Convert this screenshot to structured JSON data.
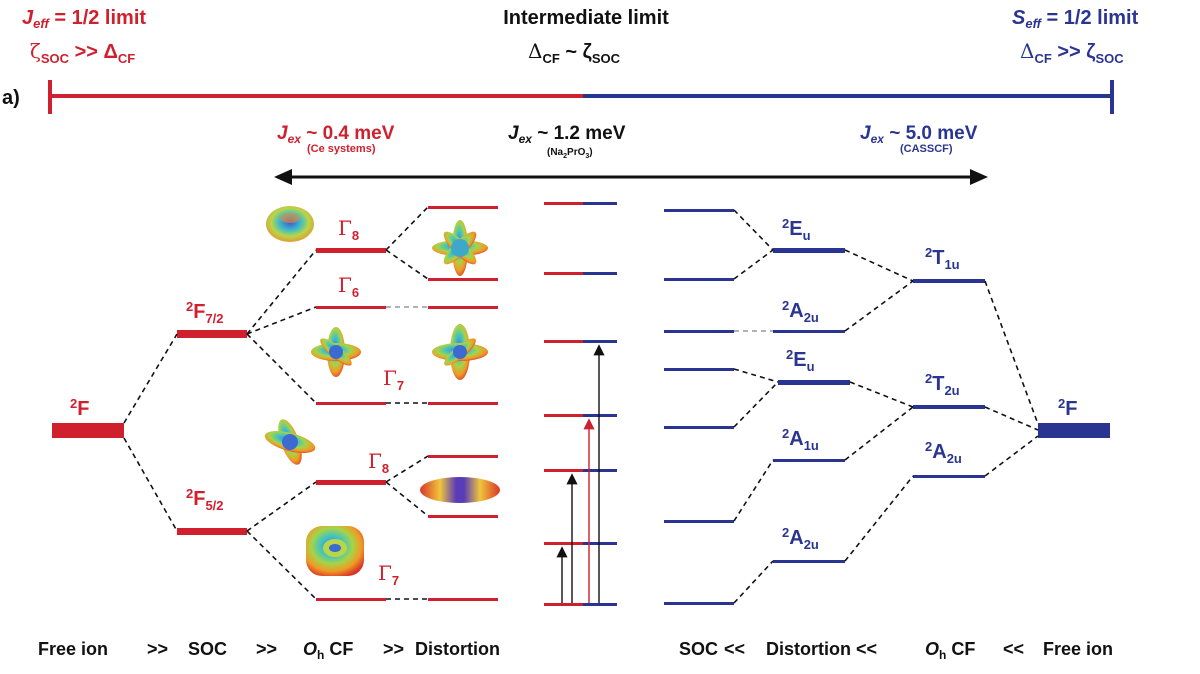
{
  "colors": {
    "red": "#d0202e",
    "blue": "#2a3592",
    "black": "#111111"
  },
  "panel_label": "a)",
  "limits": {
    "left": {
      "title_sym": "J",
      "title_sub": "eff",
      "title_rest": " = 1/2 limit",
      "rel_left": "ζ",
      "rel_left_sub": "SOC",
      "rel_op": " >> Δ",
      "rel_right_sub": "CF"
    },
    "middle": {
      "title": "Intermediate limit",
      "rel_left": "Δ",
      "rel_left_sub": "CF",
      "rel_op": " ~ ζ",
      "rel_right_sub": "SOC"
    },
    "right": {
      "title_sym": "S",
      "title_sub": "eff",
      "title_rest": " = 1/2 limit",
      "rel_left": "Δ",
      "rel_left_sub": "CF",
      "rel_op": " >> ζ",
      "rel_right_sub": "SOC"
    }
  },
  "exchange": {
    "left": {
      "sym": "J",
      "sub": "ex",
      "value": " ~ 0.4 meV",
      "note": "(Ce systems)"
    },
    "middle": {
      "sym": "J",
      "sub": "ex",
      "value": " ~ 1.2 meV",
      "note_a": "(Na",
      "note_sub": "2",
      "note_b": "PrO",
      "note_sub2": "3",
      "note_c": ")"
    },
    "right": {
      "sym": "J",
      "sub": "ex",
      "value": " ~ 5.0 meV",
      "note": "(CASSCF)"
    }
  },
  "left_levels": {
    "free_ion": {
      "sup": "2",
      "label": "F"
    },
    "f72": {
      "sup": "2",
      "label": "F",
      "sub": "7/2"
    },
    "f52": {
      "sup": "2",
      "label": "F",
      "sub": "5/2"
    },
    "gamma8_top": {
      "sym": "Γ",
      "sub": "8"
    },
    "gamma6": {
      "sym": "Γ",
      "sub": "6"
    },
    "gamma7_top": {
      "sym": "Γ",
      "sub": "7"
    },
    "gamma8_bot": {
      "sym": "Γ",
      "sub": "8"
    },
    "gamma7_bot": {
      "sym": "Γ",
      "sub": "7"
    }
  },
  "right_levels": {
    "eu_top": {
      "sup": "2",
      "label": "E",
      "sub": "u"
    },
    "a2u_top": {
      "sup": "2",
      "label": "A",
      "sub": "2u"
    },
    "eu_mid": {
      "sup": "2",
      "label": "E",
      "sub": "u"
    },
    "a1u": {
      "sup": "2",
      "label": "A",
      "sub": "1u"
    },
    "a2u_bot": {
      "sup": "2",
      "label": "A",
      "sub": "2u"
    },
    "t1u": {
      "sup": "2",
      "label": "T",
      "sub": "1u"
    },
    "t2u": {
      "sup": "2",
      "label": "T",
      "sub": "2u"
    },
    "a2u_oh": {
      "sup": "2",
      "label": "A",
      "sub": "2u"
    },
    "free_ion": {
      "sup": "2",
      "label": "F"
    }
  },
  "bottom_left": {
    "free_ion": "Free ion",
    "op1": ">>",
    "soc": "SOC",
    "op2": ">>",
    "oh_o": "O",
    "oh_h": "h",
    "oh_cf": " CF",
    "op3": ">>",
    "distortion": "Distortion"
  },
  "bottom_right": {
    "soc": "SOC",
    "op1": "<<",
    "distortion": "Distortion",
    "op2": "<<",
    "oh_o": "O",
    "oh_h": "h",
    "oh_cf": " CF",
    "op3": "<<",
    "free_ion": "Free ion"
  }
}
